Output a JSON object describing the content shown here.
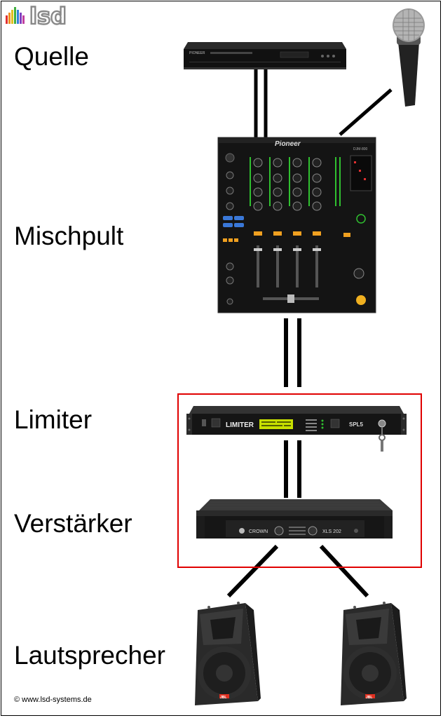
{
  "logo": {
    "text": "lsd"
  },
  "labels": {
    "quelle": "Quelle",
    "mischpult": "Mischpult",
    "limiter": "Limiter",
    "verstaerker": "Verstärker",
    "lautsprecher": "Lautsprecher"
  },
  "devices": {
    "player_brand": "PIONEER",
    "mixer_brand": "Pioneer",
    "mixer_model": "DJM-800",
    "limiter_title": "LIMITER",
    "limiter_brand": "SPL5",
    "amp_brand": "CROWN",
    "amp_model": "XLS 202",
    "speaker_brand": "JBL"
  },
  "copyright": "© www.lsd-systems.de",
  "colors": {
    "highlight_box": "#e00000",
    "device_body": "#1a1a1a",
    "cable": "#000000",
    "limiter_display": "#c8e000",
    "mixer_accent": "#f0a020",
    "mixer_blue": "#3a78d8"
  }
}
